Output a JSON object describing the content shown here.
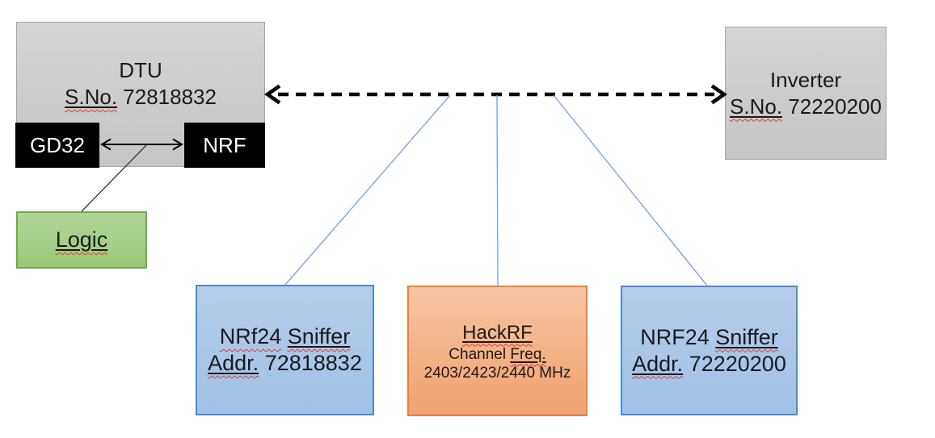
{
  "nodes": {
    "dtu": {
      "title": "DTU",
      "sno_label": "S.No.",
      "sno_value": "72818832"
    },
    "gd32": {
      "label": "GD32"
    },
    "nrf": {
      "label": "NRF"
    },
    "logic": {
      "label": "Logic"
    },
    "inverter": {
      "title": "Inverter",
      "sno_label": "S.No.",
      "sno_value": "72220200"
    },
    "sniffer_left": {
      "model": "NRf24",
      "type_word": "Sniffer",
      "addr_label": "Addr.",
      "addr_value": "72818832"
    },
    "hackrf": {
      "title": "HackRF",
      "channel_word": "Channel",
      "freq_word": "Freq.",
      "frequencies": "2403/2423/2440 MHz"
    },
    "sniffer_right": {
      "model": "NRF24",
      "type_word": "Sniffer",
      "addr_label": "Addr.",
      "addr_value": "72220200"
    }
  },
  "connections": [
    {
      "from": "dtu",
      "to": "inverter",
      "style": "dashed-double-arrow"
    },
    {
      "from": "gd32",
      "to": "nrf",
      "style": "double-arrow"
    },
    {
      "from": "gd32-nrf-arrow",
      "to": "logic",
      "style": "thin-line"
    },
    {
      "from": "dtu-inverter-arrow",
      "to": "sniffer_left",
      "style": "thin-blue-line"
    },
    {
      "from": "dtu-inverter-arrow",
      "to": "hackrf",
      "style": "thin-blue-line"
    },
    {
      "from": "dtu-inverter-arrow",
      "to": "sniffer_right",
      "style": "thin-blue-line"
    }
  ],
  "colors": {
    "gray_fill": "#cbcbcb",
    "gray_border": "#a6a6a6",
    "black_fill": "#000000",
    "black_text": "#ffffff",
    "green_fill": "#a5cf87",
    "green_border": "#6aaa45",
    "blue_fill": "#aac6e8",
    "blue_border": "#4a8ac9",
    "orange_fill": "#f4b183",
    "orange_border": "#e8813d",
    "connector_blue": "#7fa7da",
    "arrow_black": "#000000",
    "spellcheck_red": "#e03a2f",
    "text": "#1a1a1a",
    "background": "#ffffff"
  }
}
